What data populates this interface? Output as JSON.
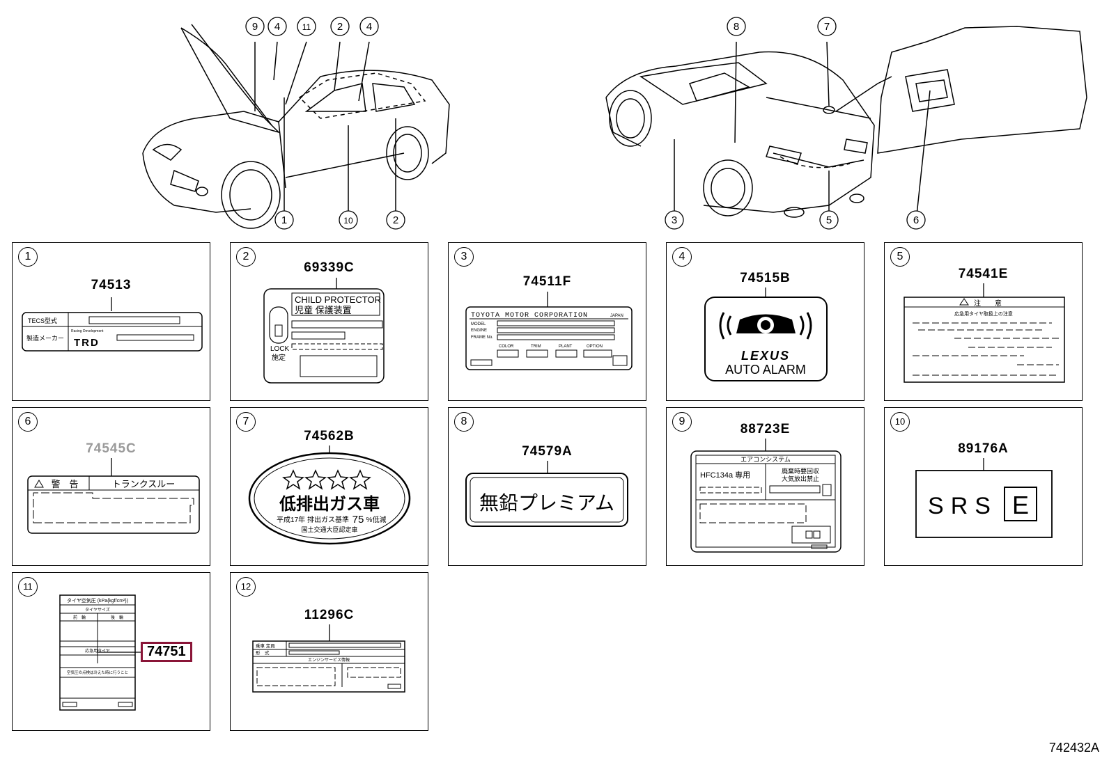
{
  "diagram_ref": "742432A",
  "overview": {
    "front_callouts": [
      "9",
      "4",
      "11",
      "2",
      "4",
      "1",
      "10",
      "2"
    ],
    "rear_callouts": [
      "8",
      "7",
      "3",
      "5",
      "6"
    ]
  },
  "panels": [
    {
      "no": "1",
      "part": "74513",
      "lines": [
        "TECS型式",
        "製造メーカー",
        "Racing Development",
        "TRD"
      ]
    },
    {
      "no": "2",
      "part": "69339C",
      "lines": [
        "CHILD PROTECTOR",
        "児童 保護装置",
        "LOCK",
        "施定"
      ]
    },
    {
      "no": "3",
      "part": "74511F",
      "lines": [
        "TOYOTA MOTOR CORPORATION",
        "JAPAN",
        "MODEL",
        "ENGINE",
        "FRAME No.",
        "COLOR",
        "TRIM",
        "PLANT",
        "OPTION"
      ]
    },
    {
      "no": "4",
      "part": "74515B",
      "lines": [
        "LEXUS",
        "AUTO ALARM"
      ]
    },
    {
      "no": "5",
      "part": "74541E",
      "lines": [
        "注　　意",
        "応急用タイヤ取扱上の注意"
      ]
    },
    {
      "no": "6",
      "part": "74545C",
      "lines": [
        "警　告",
        "トランクスルー"
      ]
    },
    {
      "no": "7",
      "part": "74562B",
      "lines": [
        "低排出ガス車",
        "平成17年 排出ガス基準",
        "75",
        "%低減",
        "国土交通大臣認定車"
      ]
    },
    {
      "no": "8",
      "part": "74579A",
      "lines": [
        "無鉛プレミアム"
      ]
    },
    {
      "no": "9",
      "part": "88723E",
      "lines": [
        "エアコンシステム",
        "HFC134a 専用",
        "廃棄時要回収",
        "大気放出禁止"
      ]
    },
    {
      "no": "10",
      "part": "89176A",
      "lines": [
        "SRS",
        "E"
      ]
    },
    {
      "no": "11",
      "part": "74751",
      "lines": [
        "タイヤ空気圧 (kPa{kgf/cm²})",
        "タイヤサイズ",
        "前　輪",
        "後　輪",
        "応急用タイヤ",
        "空気圧の点検は冷えた時に行うこと"
      ]
    },
    {
      "no": "12",
      "part": "11296C",
      "lines": [
        "乗車 定員",
        "形　式",
        "エンジンサービス情報"
      ]
    }
  ],
  "colors": {
    "line": "#000000",
    "highlight": "#8a1538",
    "faded": "#9a9a9a"
  }
}
